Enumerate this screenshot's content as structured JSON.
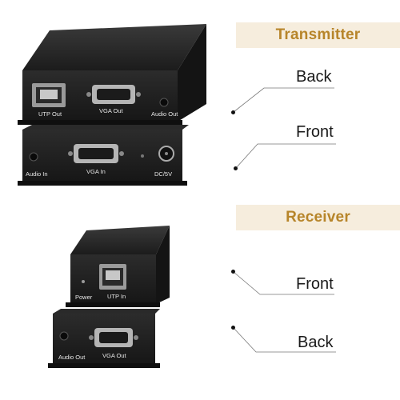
{
  "transmitter": {
    "title": "Transmitter",
    "back_label": "Back",
    "front_label": "Front",
    "back_ports": [
      "UTP Out",
      "VGA Out",
      "Audio Out"
    ],
    "front_ports": [
      "Audio In",
      "VGA In",
      "DC/5V"
    ]
  },
  "receiver": {
    "title": "Receiver",
    "front_label": "Front",
    "back_label": "Back",
    "front_ports": [
      "Power",
      "UTP In"
    ],
    "back_ports": [
      "Audio Out",
      "VGA Out"
    ]
  },
  "colors": {
    "banner_bg": "#f6eddd",
    "banner_text": "#b7852a",
    "device_body": "#262626"
  }
}
